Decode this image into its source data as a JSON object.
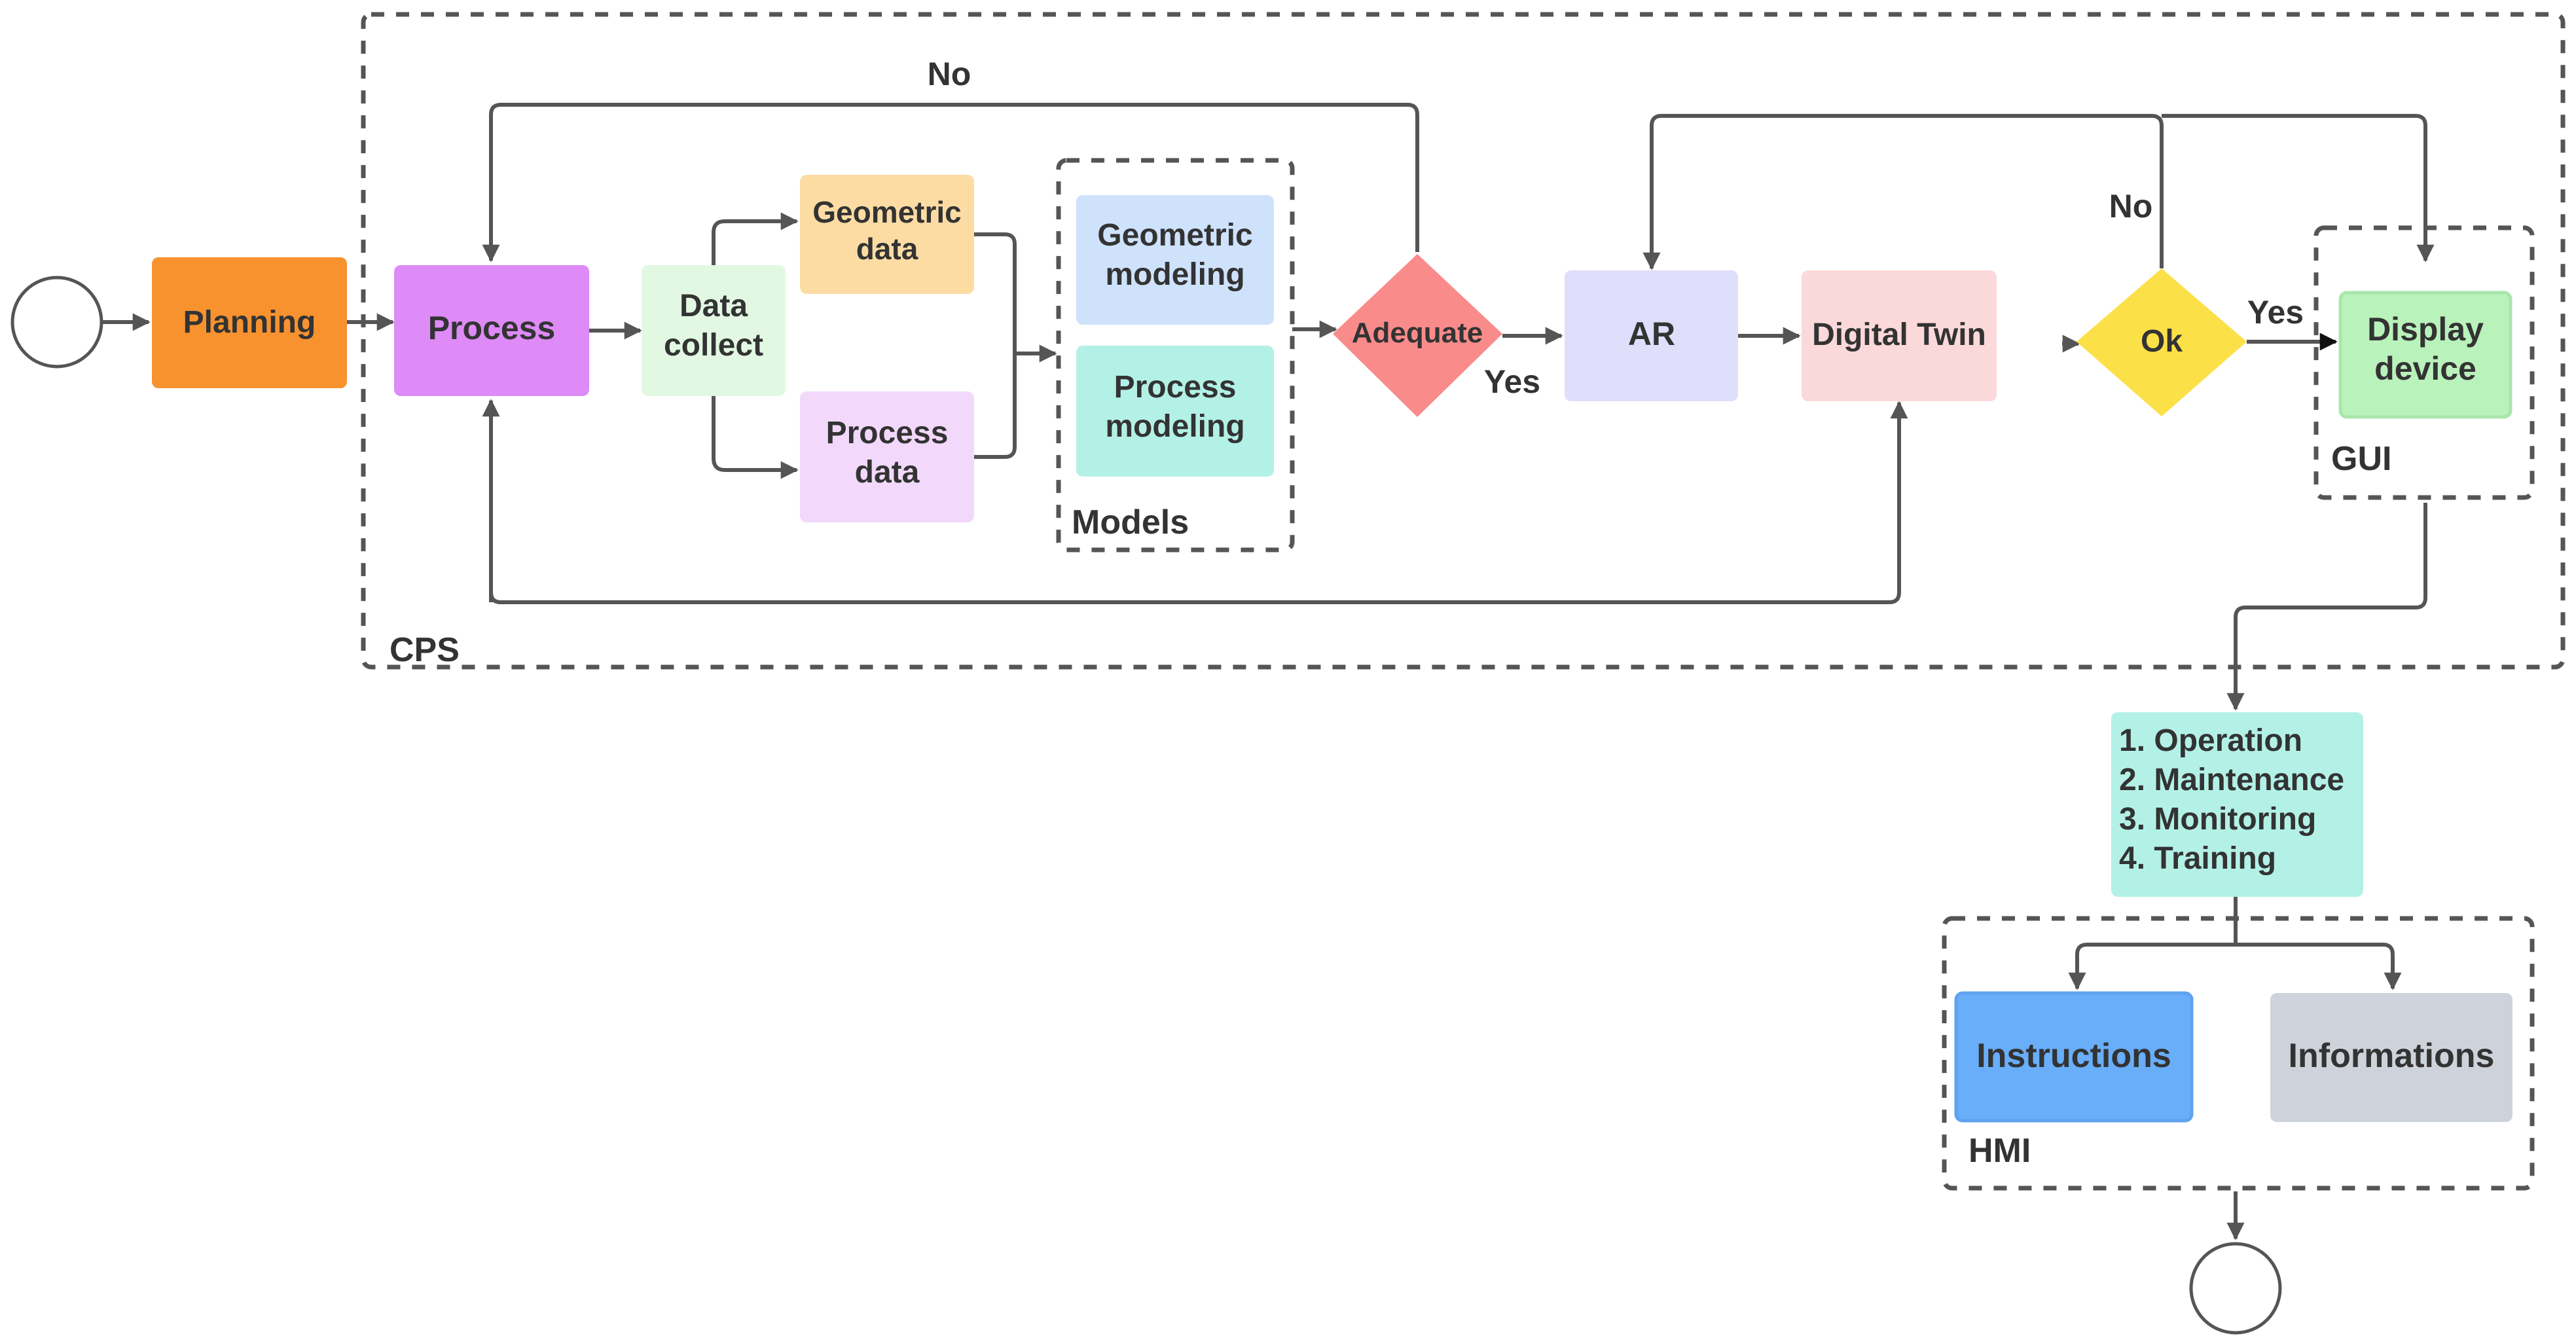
{
  "groups": {
    "cps": "CPS",
    "models": "Models",
    "gui": "GUI",
    "hmi": "HMI"
  },
  "nodes": {
    "planning": "Planning",
    "process": "Process",
    "data_collect": [
      "Data",
      "collect"
    ],
    "geometric_data": [
      "Geometric",
      "data"
    ],
    "process_data": [
      "Process",
      "data"
    ],
    "geometric_modeling": [
      "Geometric",
      "modeling"
    ],
    "process_modeling": [
      "Process",
      "modeling"
    ],
    "adequate": "Adequate",
    "ar": "AR",
    "digital_twin": "Digital Twin",
    "ok": "Ok",
    "display_device": [
      "Display",
      "device"
    ],
    "uses": [
      "1. Operation",
      "2. Maintenance",
      "3. Monitoring",
      "4. Training"
    ],
    "instructions": "Instructions",
    "informations": "Informations"
  },
  "edge_labels": {
    "adequate_no": "No",
    "adequate_yes": "Yes",
    "ok_no": "No",
    "ok_yes": "Yes"
  },
  "colors": {
    "planning": "#F7922F",
    "process": "#DE8AF7",
    "data_collect": "#E2F8E3",
    "geometric_data": "#FDDCA4",
    "process_data": "#F2D9FB",
    "geometric_modeling": "#CFE2FC",
    "process_modeling": "#B3F1E7",
    "adequate": "#F98B8B",
    "ar": "#DFDFFB",
    "digital_twin": "#FBD9DA",
    "ok": "#FCE048",
    "display_device": "#B9F2BB",
    "uses": "#B3F1E7",
    "instructions": "#68AEF9",
    "informations": "#CED3DB",
    "line": "#555555",
    "text": "#333333"
  }
}
